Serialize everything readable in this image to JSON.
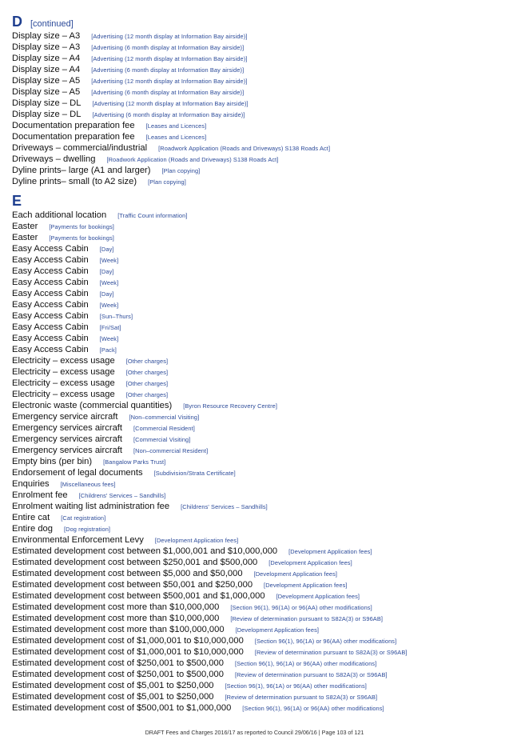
{
  "sections": [
    {
      "letter": "D",
      "continued": "[continued]",
      "entries": [
        {
          "term": "Display size – A3",
          "ref": "[Advertising (12 month display at Information Bay airside)]"
        },
        {
          "term": "Display size – A3",
          "ref": "[Advertising (6 month display at Information Bay airside)]"
        },
        {
          "term": "Display size – A4",
          "ref": "[Advertising (12 month display at Information Bay airside)]"
        },
        {
          "term": "Display size – A4",
          "ref": "[Advertising (6 month display at Information Bay airside)]"
        },
        {
          "term": "Display size – A5",
          "ref": "[Advertising (12 month display at Information Bay airside)]"
        },
        {
          "term": "Display size – A5",
          "ref": "[Advertising (6 month display at Information Bay airside)]"
        },
        {
          "term": "Display size – DL",
          "ref": "[Advertising (12 month display at Information Bay airside)]"
        },
        {
          "term": "Display size – DL",
          "ref": "[Advertising (6 month display at Information Bay airside)]"
        },
        {
          "term": "Documentation preparation fee",
          "ref": "[Leases and Licences]"
        },
        {
          "term": "Documentation preparation fee",
          "ref": "[Leases and Licences]"
        },
        {
          "term": "Driveways – commercial/industrial",
          "ref": "[Roadwork Application (Roads and Driveways) S138 Roads Act]"
        },
        {
          "term": "Driveways – dwelling",
          "ref": "[Roadwork Application (Roads and Driveways) S138 Roads Act]"
        },
        {
          "term": "Dyline prints– large (A1 and larger)",
          "ref": "[Plan copying]"
        },
        {
          "term": "Dyline prints– small (to A2 size)",
          "ref": "[Plan copying]"
        }
      ]
    },
    {
      "letter": "E",
      "continued": "",
      "entries": [
        {
          "term": "Each additional location",
          "ref": "[Traffic Count information]"
        },
        {
          "term": "Easter",
          "ref": "[Payments for bookings]"
        },
        {
          "term": "Easter",
          "ref": "[Payments for bookings]"
        },
        {
          "term": "Easy Access Cabin",
          "ref": "[Day]"
        },
        {
          "term": "Easy Access Cabin",
          "ref": "[Week]"
        },
        {
          "term": "Easy Access Cabin",
          "ref": "[Day]"
        },
        {
          "term": "Easy Access Cabin",
          "ref": "[Week]"
        },
        {
          "term": "Easy Access Cabin",
          "ref": "[Day]"
        },
        {
          "term": "Easy Access Cabin",
          "ref": "[Week]"
        },
        {
          "term": "Easy Access Cabin",
          "ref": "[Sun–Thurs]"
        },
        {
          "term": "Easy Access Cabin",
          "ref": "[Fri/Sat]"
        },
        {
          "term": "Easy Access Cabin",
          "ref": "[Week]"
        },
        {
          "term": "Easy Access Cabin",
          "ref": "[Pack]"
        },
        {
          "term": "Electricity – excess usage",
          "ref": "[Other charges]"
        },
        {
          "term": "Electricity – excess usage",
          "ref": "[Other charges]"
        },
        {
          "term": "Electricity – excess usage",
          "ref": "[Other charges]"
        },
        {
          "term": "Electricity – excess usage",
          "ref": "[Other charges]"
        },
        {
          "term": "Electronic waste (commercial quantities)",
          "ref": "[Byron Resource Recovery Centre]"
        },
        {
          "term": "Emergency service aircraft",
          "ref": "[Non–commercial Visiting]"
        },
        {
          "term": "Emergency services aircraft",
          "ref": "[Commercial Resident]"
        },
        {
          "term": "Emergency services aircraft",
          "ref": "[Commercial Visiting]"
        },
        {
          "term": "Emergency services aircraft",
          "ref": "[Non–commercial Resident]"
        },
        {
          "term": "Empty bins (per bin)",
          "ref": "[Bangalow Parks Trust]"
        },
        {
          "term": "Endorsement of legal documents",
          "ref": "[Subdivision/Strata Certificate]"
        },
        {
          "term": "Enquiries",
          "ref": "[Miscellaneous fees]"
        },
        {
          "term": "Enrolment fee",
          "ref": "[Childrens' Services – Sandhills]"
        },
        {
          "term": "Enrolment waiting list administration fee",
          "ref": "[Childrens' Services – Sandhills]"
        },
        {
          "term": "Entire cat",
          "ref": "[Cat registration]"
        },
        {
          "term": "Entire dog",
          "ref": "[Dog registration]"
        },
        {
          "term": "Environmental Enforcement Levy",
          "ref": "[Development Application fees]"
        },
        {
          "term": "Estimated development cost between $1,000,001 and $10,000,000",
          "ref": "[Development Application fees]"
        },
        {
          "term": "Estimated development cost between $250,001 and $500,000",
          "ref": "[Development Application fees]"
        },
        {
          "term": "Estimated development cost between $5,000 and $50,000",
          "ref": "[Development Application fees]"
        },
        {
          "term": "Estimated development cost between $50,001 and $250,000",
          "ref": "[Development Application fees]"
        },
        {
          "term": "Estimated development cost between $500,001 and $1,000,000",
          "ref": "[Development Application fees]"
        },
        {
          "term": "Estimated development cost more than $10,000,000",
          "ref": "[Section 96(1), 96(1A) or 96(AA) other modifications]"
        },
        {
          "term": "Estimated development cost more than $10,000,000",
          "ref": "[Review of determination pursuant to S82A(3) or S96AB]"
        },
        {
          "term": "Estimated development cost more than $100,000,000",
          "ref": "[Development Application fees]"
        },
        {
          "term": "Estimated development cost of $1,000,001 to $10,000,000",
          "ref": "[Section 96(1), 96(1A) or 96(AA) other modifications]"
        },
        {
          "term": "Estimated development cost of $1,000,001 to $10,000,000",
          "ref": "[Review of determination pursuant to S82A(3) or S96AB]"
        },
        {
          "term": "Estimated development cost of $250,001 to $500,000",
          "ref": "[Section 96(1), 96(1A) or 96(AA) other modifications]"
        },
        {
          "term": "Estimated development cost of $250,001 to $500,000",
          "ref": "[Review of determination pursuant to S82A(3) or S96AB]"
        },
        {
          "term": "Estimated development cost of $5,001 to $250,000",
          "ref": "[Section 96(1), 96(1A) or 96(AA) other modifications]"
        },
        {
          "term": "Estimated development cost of $5,001 to $250,000",
          "ref": "[Review of determination pursuant to S82A(3) or S96AB]"
        },
        {
          "term": "Estimated development cost of $500,001 to $1,000,000",
          "ref": "[Section 96(1), 96(1A) or 96(AA) other modifications]"
        }
      ]
    }
  ],
  "footer": "DRAFT Fees and Charges 2016/17 as reported to Council 29/06/16 | Page 103 of 121"
}
